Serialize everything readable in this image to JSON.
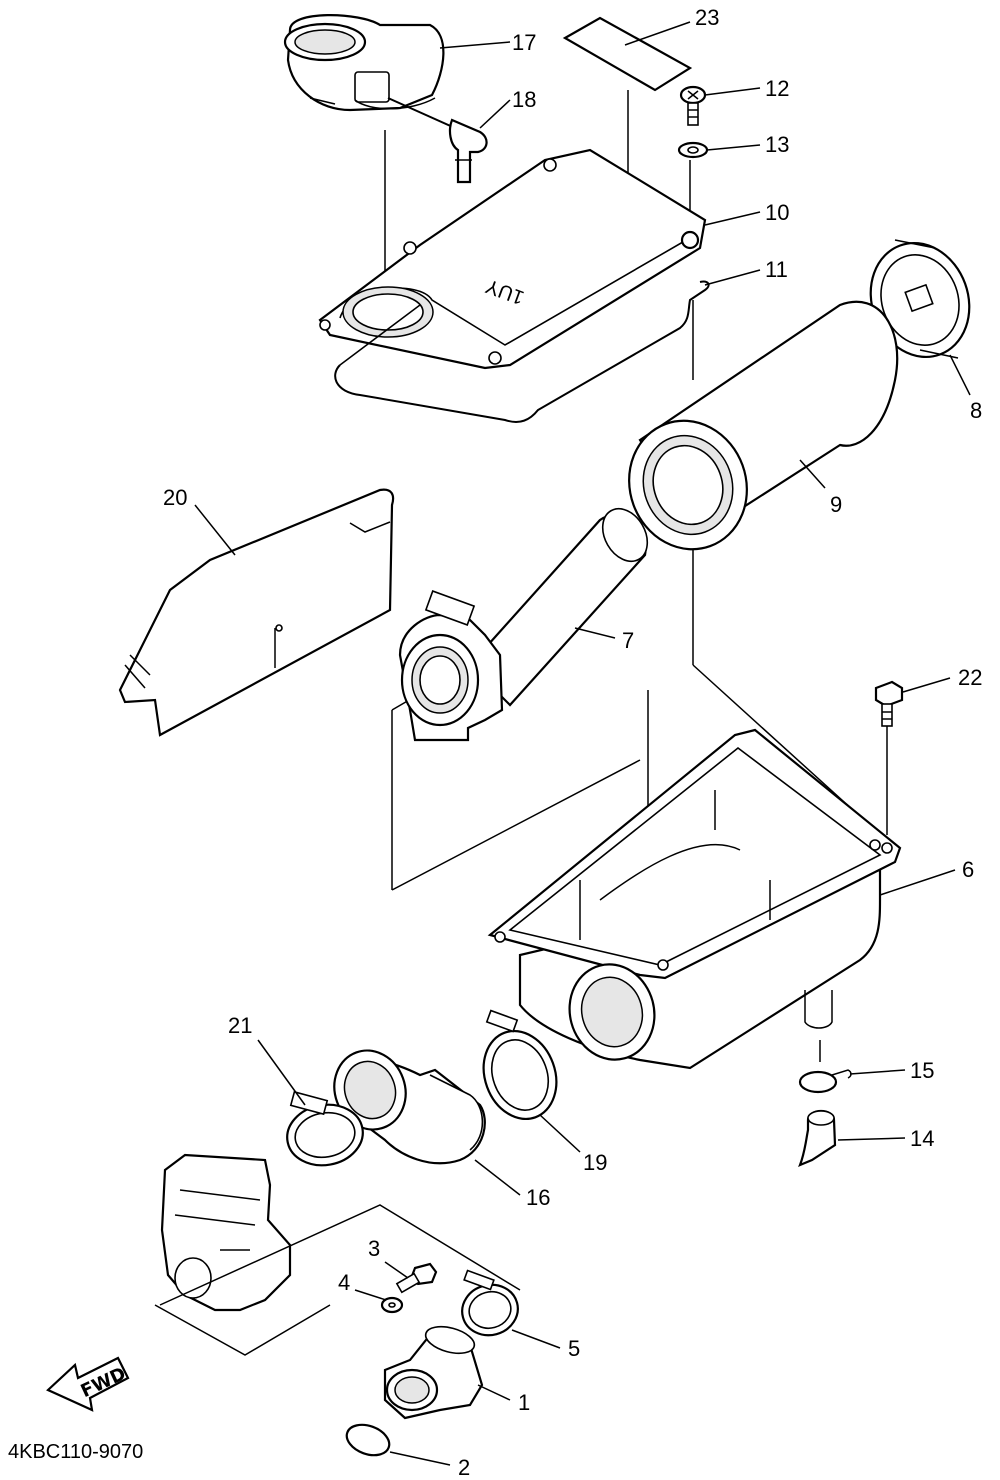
{
  "diagram": {
    "code": "4KBC110-9070",
    "fwd_label": "FWD",
    "cover_marking": "1UY",
    "parts": [
      {
        "id": "p1",
        "number": "1"
      },
      {
        "id": "p2",
        "number": "2"
      },
      {
        "id": "p3",
        "number": "3"
      },
      {
        "id": "p4",
        "number": "4"
      },
      {
        "id": "p5",
        "number": "5"
      },
      {
        "id": "p6",
        "number": "6"
      },
      {
        "id": "p7",
        "number": "7"
      },
      {
        "id": "p8",
        "number": "8"
      },
      {
        "id": "p9",
        "number": "9"
      },
      {
        "id": "p10",
        "number": "10"
      },
      {
        "id": "p11",
        "number": "11"
      },
      {
        "id": "p12",
        "number": "12"
      },
      {
        "id": "p13",
        "number": "13"
      },
      {
        "id": "p14",
        "number": "14"
      },
      {
        "id": "p15",
        "number": "15"
      },
      {
        "id": "p16",
        "number": "16"
      },
      {
        "id": "p17",
        "number": "17"
      },
      {
        "id": "p18",
        "number": "18"
      },
      {
        "id": "p19",
        "number": "19"
      },
      {
        "id": "p20",
        "number": "20"
      },
      {
        "id": "p21",
        "number": "21"
      },
      {
        "id": "p22",
        "number": "22"
      },
      {
        "id": "p23",
        "number": "23"
      }
    ]
  }
}
